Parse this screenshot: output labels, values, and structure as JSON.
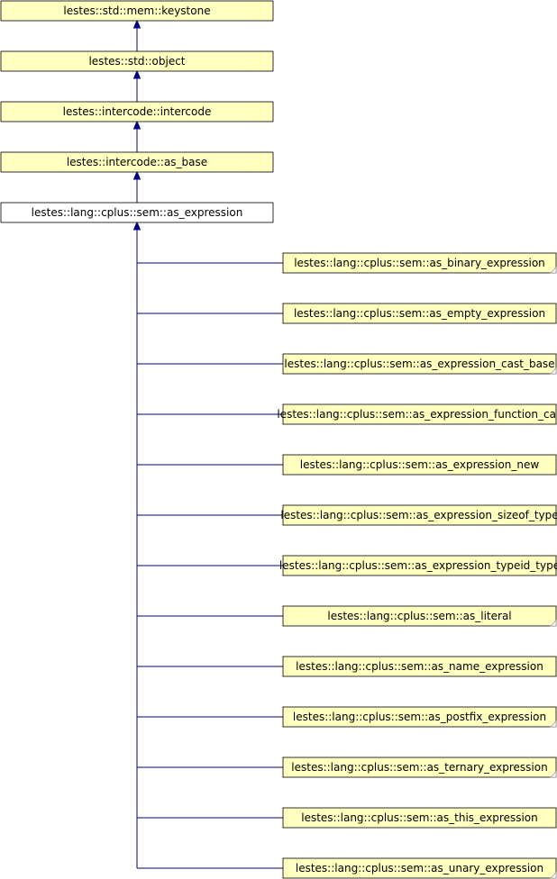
{
  "colors": {
    "node_fill": "#ffffc0",
    "current_fill": "#ffffff",
    "edge": "#000080",
    "border": "#000000"
  },
  "ancestors": [
    "lestes::std::mem::keystone",
    "lestes::std::object",
    "lestes::intercode::intercode",
    "lestes::intercode::as_base"
  ],
  "current": "lestes::lang::cplus::sem::as_expression",
  "children": [
    {
      "label": "lestes::lang::cplus::sem::as_binary_expression",
      "has_children": true
    },
    {
      "label": "lestes::lang::cplus::sem::as_empty_expression",
      "has_children": false
    },
    {
      "label": "lestes::lang::cplus::sem::as_expression_cast_base",
      "has_children": true
    },
    {
      "label": "lestes::lang::cplus::sem::as_expression_function_call",
      "has_children": false
    },
    {
      "label": "lestes::lang::cplus::sem::as_expression_new",
      "has_children": false
    },
    {
      "label": "lestes::lang::cplus::sem::as_expression_sizeof_type",
      "has_children": false
    },
    {
      "label": "lestes::lang::cplus::sem::as_expression_typeid_type",
      "has_children": false
    },
    {
      "label": "lestes::lang::cplus::sem::as_literal",
      "has_children": true
    },
    {
      "label": "lestes::lang::cplus::sem::as_name_expression",
      "has_children": false
    },
    {
      "label": "lestes::lang::cplus::sem::as_postfix_expression",
      "has_children": true
    },
    {
      "label": "lestes::lang::cplus::sem::as_ternary_expression",
      "has_children": true
    },
    {
      "label": "lestes::lang::cplus::sem::as_this_expression",
      "has_children": false
    },
    {
      "label": "lestes::lang::cplus::sem::as_unary_expression",
      "has_children": true
    }
  ]
}
